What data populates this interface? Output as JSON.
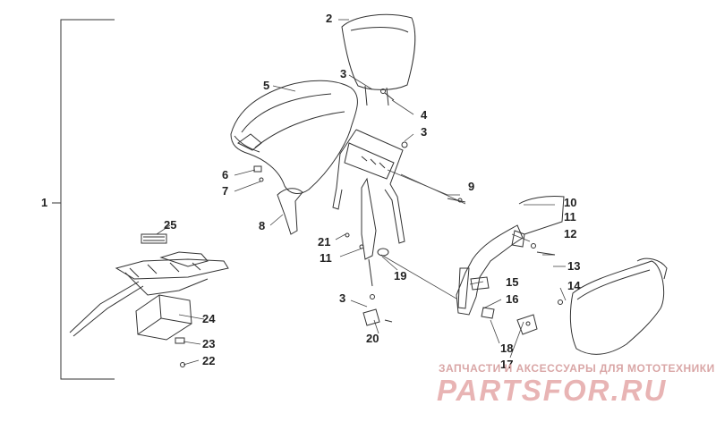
{
  "diagram": {
    "callouts": {
      "c1": "1",
      "c2": "2",
      "c3a": "3",
      "c3b": "3",
      "c3c": "3",
      "c4": "4",
      "c5": "5",
      "c6": "6",
      "c7": "7",
      "c8": "8",
      "c9": "9",
      "c10": "10",
      "c11a": "11",
      "c11b": "11",
      "c12": "12",
      "c13": "13",
      "c14": "14",
      "c15": "15",
      "c16": "16",
      "c17": "17",
      "c18": "18",
      "c19": "19",
      "c20": "20",
      "c21": "21",
      "c22": "22",
      "c23": "23",
      "c24": "24",
      "c25": "25"
    }
  },
  "watermark": {
    "tagline": "ЗАПЧАСТИ И АКСЕССУАРЫ ДЛЯ МОТОТЕХНИКИ",
    "logo": "PARTSFOR.RU"
  }
}
